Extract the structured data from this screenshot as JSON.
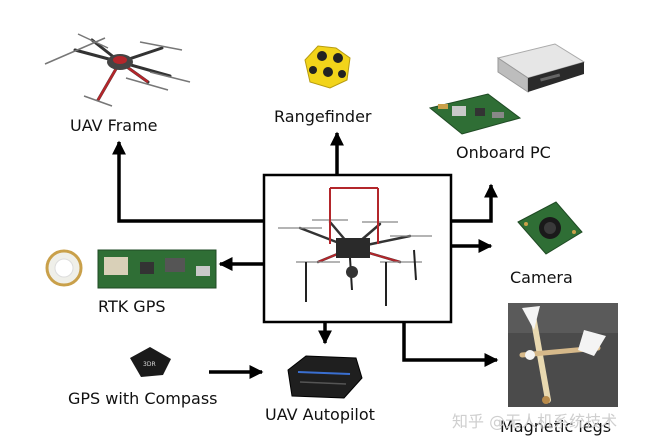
{
  "labels": {
    "uav_frame": "UAV Frame",
    "rangefinder": "Rangefinder",
    "onboard_pc": "Onboard PC",
    "camera": "Camera",
    "rtk_gps": "RTK GPS",
    "gps_compass": "GPS with Compass",
    "autopilot": "UAV Autopilot",
    "magnetic_legs": "Magnetic legs"
  },
  "watermark": "知乎 @无人机系统技术",
  "icons": {
    "uav_frame": "hexacopter-frame-icon",
    "rangefinder": "rangefinder-sensor-icon",
    "onboard_pc": "mini-pc-icon",
    "onboard_board": "circuit-board-icon",
    "camera": "camera-module-icon",
    "rtk_gps": "rtk-gps-board-icon",
    "gps_compass": "gps-puck-icon",
    "autopilot": "autopilot-unit-icon",
    "magnetic_legs": "magnetic-legs-photo",
    "central_drone": "drone-photo"
  },
  "colors": {
    "arrow": "#000000",
    "frame_red": "#b3262b",
    "sensor_yellow": "#f2d41a",
    "pcb_green": "#2f6e35",
    "pc_silver": "#d8d8d8"
  }
}
